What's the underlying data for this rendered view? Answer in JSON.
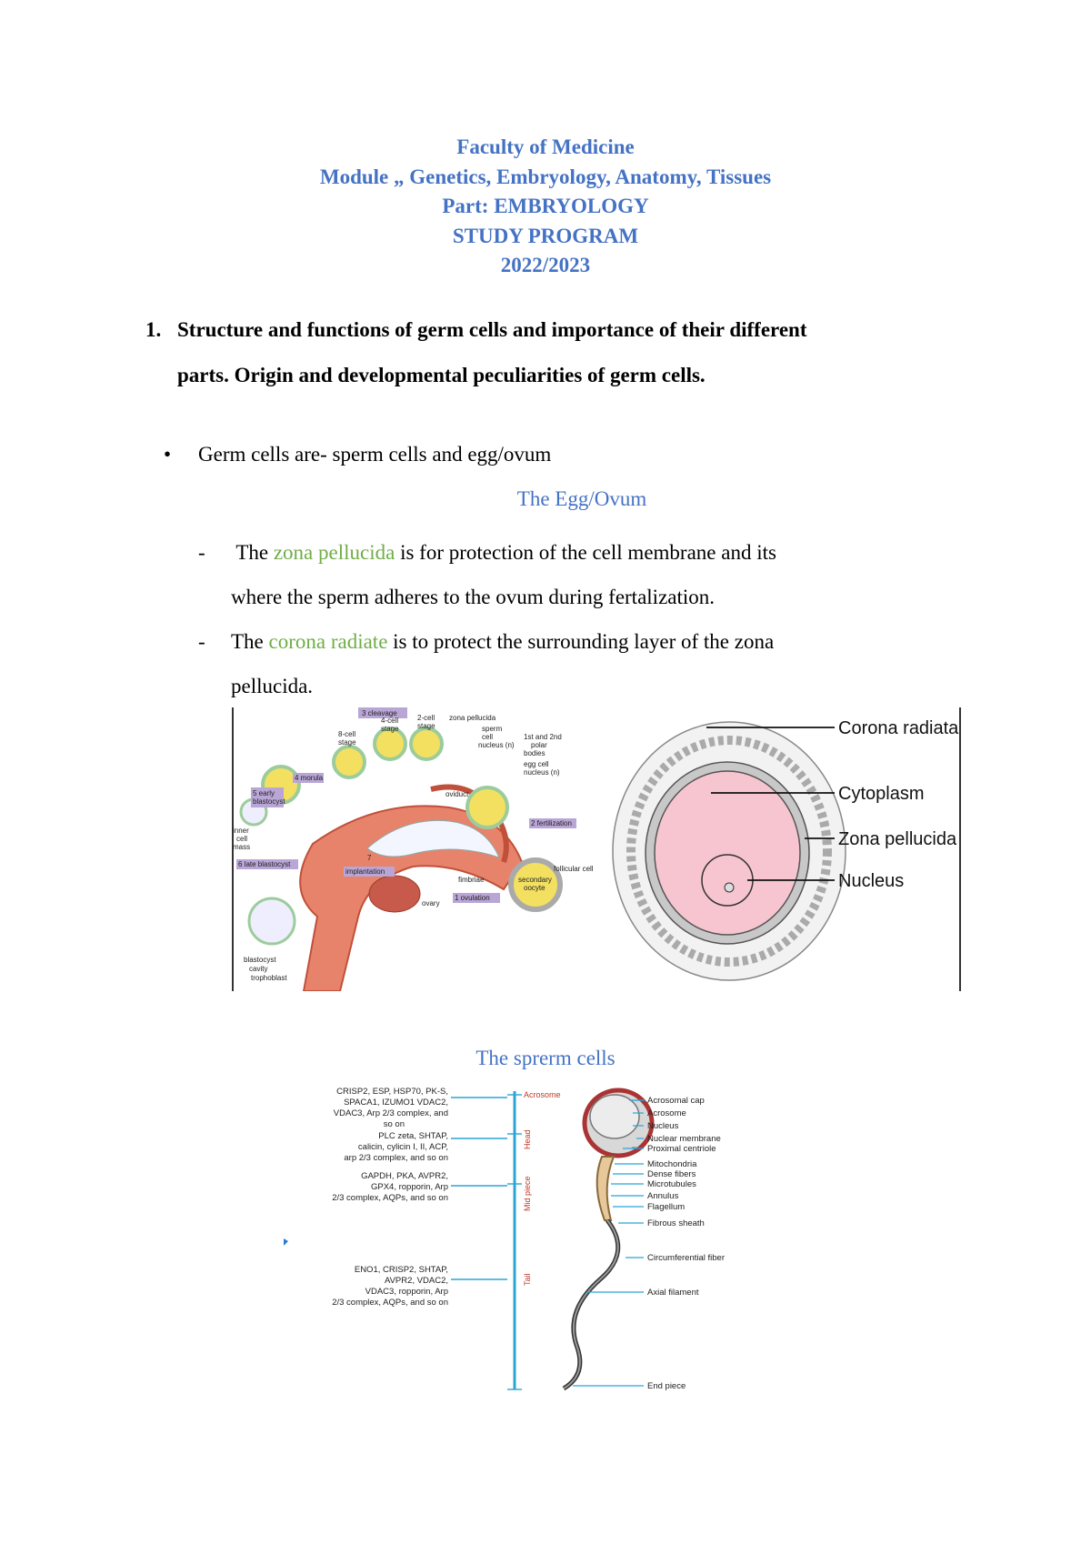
{
  "header": {
    "line1": "Faculty of Medicine",
    "line2": "Module „ Genetics, Embryology, Anatomy, Tissues",
    "line3": "Part: EMBRYOLOGY",
    "line4": "STUDY PROGRAM",
    "line5": "2022/2023"
  },
  "question": {
    "number": "1.",
    "line1": "Structure and functions of germ cells and importance of their different",
    "line2": "parts. Origin and developmental peculiarities of germ cells."
  },
  "bullet": {
    "symbol": "•",
    "text": "Germ cells are- sperm cells and egg/ovum"
  },
  "egg_section": {
    "title": "The Egg/Ovum",
    "items": [
      {
        "dash": "-",
        "pre": " The ",
        "highlight": "zona pellucida",
        "post1": " is for protection of the cell membrane and its",
        "post2": "where the sperm adheres to the ovum during fertalization."
      },
      {
        "dash": "-",
        "pre": "The ",
        "highlight": "corona radiate",
        "post1": " is to protect the surrounding layer of the zona",
        "post2": "pellucida."
      }
    ]
  },
  "fig_development": {
    "labels": {
      "cleavage": "3 cleavage",
      "cell4": "4-cell",
      "stage_a": "stage",
      "cell2": "2-cell",
      "stage_b": "stage",
      "cell8": "8-cell",
      "stage_c": "stage",
      "zona": "zona pellucida",
      "sperm": "sperm",
      "cell": "cell",
      "nucleus_n": "nucleus (n)",
      "polar1": "1st and 2nd",
      "polar2": "polar",
      "bodies": "bodies",
      "egg_cell": "egg cell",
      "egg_nucleus": "nucleus (n)",
      "morula": "4 morula",
      "early1": "5 early",
      "early2": "blastocyst",
      "oviduct": "oviduct",
      "fertilization": "2 fertilization",
      "inner": "inner",
      "cell_lbl": "cell",
      "mass": "mass",
      "late": "6 late blastocyst",
      "seven": "7",
      "implantation": "implantation",
      "fimbriae": "fimbriae",
      "ovary": "ovary",
      "ovulation": "1 ovulation",
      "follicular": "follicular cell",
      "secondary": "secondary",
      "oocyte": "oocyte",
      "blastocyst": "blastocyst",
      "cavity": "cavity",
      "trophoblast": "trophoblast"
    }
  },
  "fig_ovum": {
    "labels": {
      "corona": "Corona radiata",
      "cytoplasm": "Cytoplasm",
      "zona": "Zona pellucida",
      "nucleus": "Nucleus"
    },
    "colors": {
      "cytoplasm": "#f7c5d0",
      "zona": "#c8c8c8"
    }
  },
  "sperm_section": {
    "title": "The sprerm cells"
  },
  "fig_sperm": {
    "left_labels": {
      "a1": "CRISP2, ESP, HSP70, PK-S,",
      "a2": "SPACA1, IZUMO1 VDAC2,",
      "a3": "VDAC3, Arp 2/3 complex, and",
      "a4": "so on",
      "b1": "PLC zeta, SHTAP,",
      "b2": "calicin, cylicin I, II, ACP,",
      "b3": "arp 2/3 complex, and so on",
      "c1": "GAPDH, PKA, AVPR2,",
      "c2": "GPX4, ropporin, Arp",
      "c3": "2/3 complex, AQPs, and so on",
      "d1": "ENO1, CRISP2, SHTAP,",
      "d2": "AVPR2, VDAC2,",
      "d3": "VDAC3, ropporin, Arp",
      "d4": "2/3 complex, AQPs, and so on"
    },
    "regions": {
      "acrosome": "Acrosome",
      "head": "Head",
      "midpiece": "Mid piece",
      "tail": "Tail"
    },
    "right_labels": {
      "r1": "Acrosomal cap",
      "r2": "Acrosome",
      "r3": "Nucleus",
      "r4": "Nuclear membrane",
      "r5": "Proximal centriole",
      "r6": "Mitochondria",
      "r7": "Dense fibers",
      "r8": "Microtubules",
      "r9": "Annulus",
      "r10": "Flagellum",
      "r11": "Fibrous sheath",
      "r12": "Circumferential fiber",
      "r13": "Axial filament",
      "r14": "End piece"
    }
  }
}
